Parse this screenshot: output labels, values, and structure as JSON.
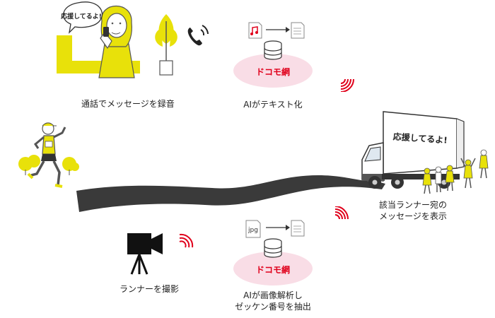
{
  "steps": {
    "record_label": "通話でメッセージを録音",
    "speech_bubble": "応援してるよ!",
    "stt_label": "AIがテキスト化",
    "network_name_top": "ドコモ網",
    "truck_sign": "応援してるよ!",
    "display_label": "該当ランナー宛の\nメッセージを表示",
    "camera_label": "ランナーを撮影",
    "image_file_tag": "jpg",
    "network_name_bottom": "ドコモ網",
    "ocr_label_line1": "AIが画像解析し",
    "ocr_label_line2": "ゼッケン番号を抽出"
  },
  "colors": {
    "accent_yellow": "#e8e10a",
    "docomo_red": "#e0001b",
    "cloud_pink": "#f9dde6",
    "road": "#3a3a3a"
  }
}
